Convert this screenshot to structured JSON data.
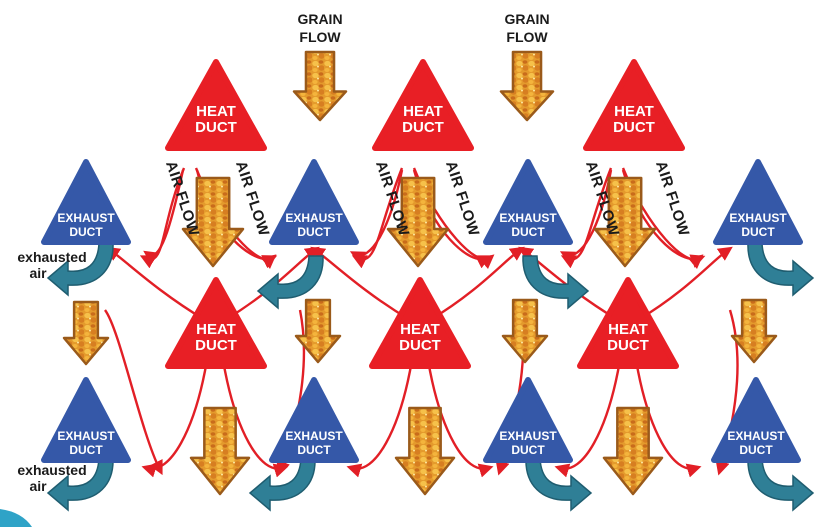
{
  "labels": {
    "heat_line1": "HEAT",
    "heat_line2": "DUCT",
    "exhaust_line1": "EXHAUST",
    "exhaust_line2": "DUCT",
    "grain_line1": "GRAIN",
    "grain_line2": "FLOW",
    "air_flow": "AIR FLOW",
    "exhausted_line1": "exhausted",
    "exhausted_line2": "air"
  },
  "colors": {
    "heat": "#e81f25",
    "exhaust": "#3558a8",
    "airflow": "#e21f26",
    "exhausted_arrow": "#2f7f96",
    "grain_outline": "#9a5a1a",
    "grain_fill": "#f0a531",
    "corner_accent": "#2fa3c7"
  }
}
